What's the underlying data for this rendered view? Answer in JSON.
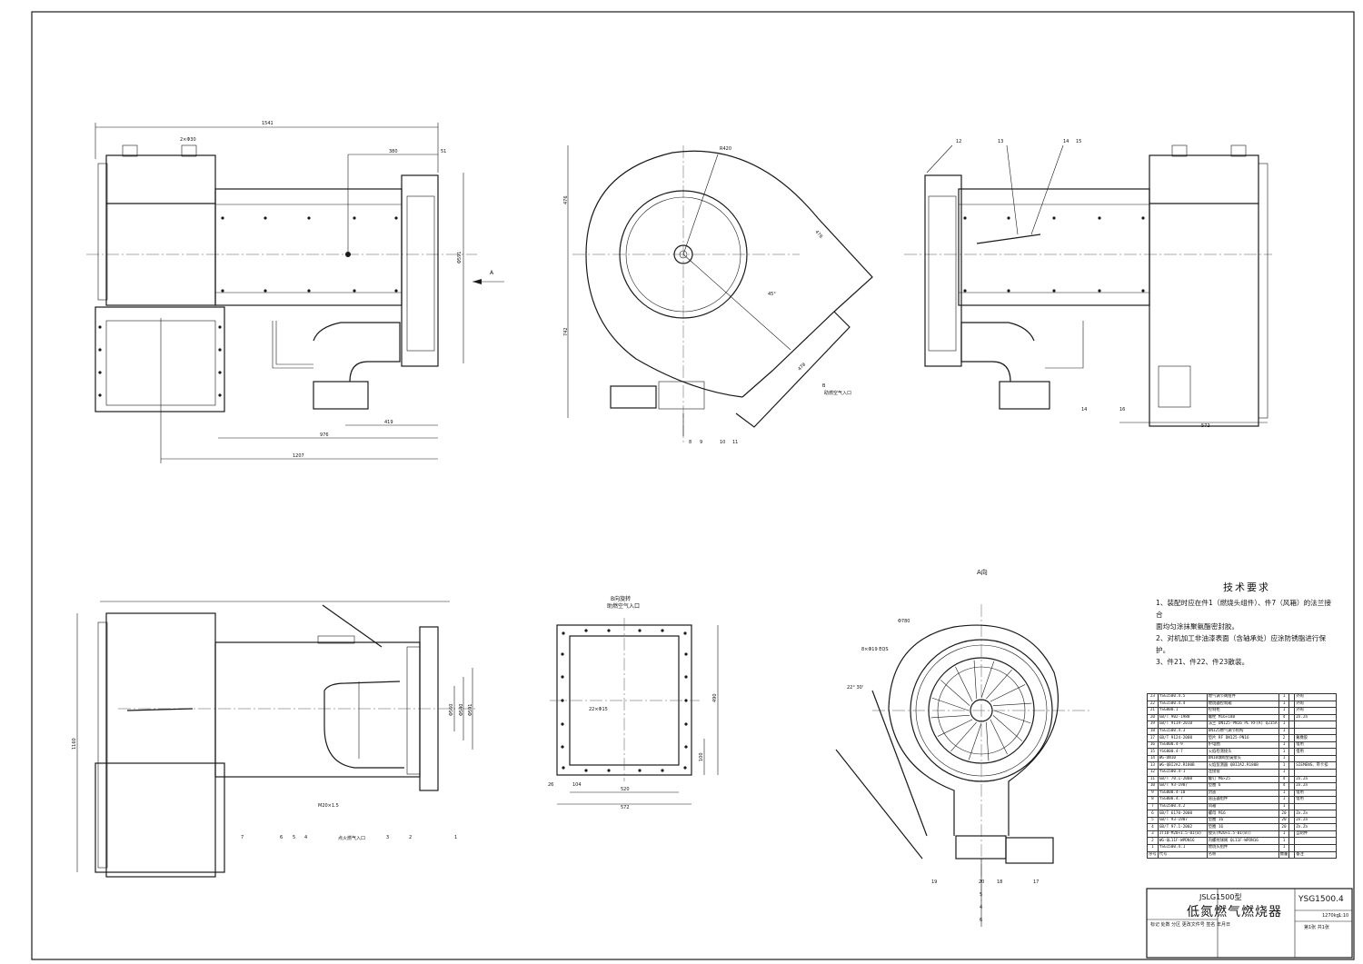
{
  "drawing": {
    "labels": {
      "view_a": "A向",
      "view_b_line1": "B向旋转",
      "view_b_line2": "助燃空气入口",
      "combustion_air_inlet": "助燃空气入口",
      "gas_inlet": "点火燃气入口",
      "arrow_a": "A",
      "arrow_b": "B",
      "thread": "M20×1.5"
    },
    "dims": {
      "top_width": "1541",
      "bolt_holes": "2×Φ30",
      "d380": "380",
      "d51": "51",
      "d419": "419",
      "d976": "976",
      "d1207": "1207",
      "d591": "Φ591",
      "r420": "R420",
      "d476": "476",
      "d742": "742",
      "d478": "478",
      "d478b": "478",
      "d45": "45°",
      "d572": "572",
      "d1160": "1160",
      "d520": "520",
      "d572b": "572",
      "d26": "26",
      "d104": "104",
      "d100": "100",
      "d490": "490",
      "d22": "22×Φ15",
      "d780": "Φ780",
      "d8": "8×Φ19 EQS",
      "d225": "22° 30'",
      "d560": "Φ560",
      "d540": "Φ540",
      "d591b": "Φ591"
    },
    "part_numbers": [
      "1",
      "2",
      "3",
      "4",
      "5",
      "6",
      "7",
      "8",
      "9",
      "10",
      "11",
      "12",
      "13",
      "14",
      "15",
      "16",
      "17",
      "18",
      "19",
      "20"
    ]
  },
  "tech_notes": {
    "title": "技术要求",
    "lines": [
      "1、装配时应在件1（燃烧头组件）、件7（风箱）的法兰接合",
      "面均匀涂抹聚氨酯密封胶。",
      "2、对机加工非油漆表面（含轴承处）应涂防锈脂进行保护。",
      "3、件21、件22、件23散装。"
    ]
  },
  "bom": {
    "rows": [
      [
        "23",
        "YSG1500.4.5",
        "燃气调节阀组件",
        "1",
        "",
        "外购"
      ],
      [
        "22",
        "YSG1500.4.4",
        "燃烧器控制箱",
        "1",
        "",
        "外购"
      ],
      [
        "21",
        "YSG800.1",
        "控制柜",
        "1",
        "",
        "外购"
      ],
      [
        "20",
        "GB/T 902-1988",
        "螺栓 M16×180",
        "4",
        "",
        "Zn.Zn"
      ],
      [
        "19",
        "GB/T 9119-2010",
        "法兰 DN125-PN16 PL RF(A) Q235A",
        "1",
        "",
        ""
      ],
      [
        "18",
        "YSG1500.4.3",
        "DN125燃气调节机构",
        "1",
        "",
        ""
      ],
      [
        "17",
        "GB/T 9124-2008",
        "垫片 RF DN125-PN16",
        "2",
        "",
        "氟橡胶"
      ],
      [
        "16",
        "YSG800.4-9",
        "护电圈",
        "1",
        "",
        "借用"
      ],
      [
        "15",
        "YSG800.4-7",
        "火焰检测接头",
        "1",
        "",
        "借用"
      ],
      [
        "14",
        "WG-DN10",
        "DN10球阀金属接头",
        "1",
        "",
        ""
      ],
      [
        "13",
        "WG-QBI2A2.R180B",
        "火焰监测器 QBI2A2.R180B",
        "1",
        "",
        "SIEMENS、带卡扣"
      ],
      [
        "12",
        "YSG1500.4-1",
        "连接管",
        "1",
        "",
        ""
      ],
      [
        "11",
        "GB/T 70.1-2008",
        "螺钉 M6×25",
        "4",
        "",
        "Zn.Zn"
      ],
      [
        "10",
        "GB/T 93-1987",
        "垫圈 6",
        "4",
        "",
        "Zn.Zn"
      ],
      [
        "9",
        "YSG800.4-10",
        "封盖",
        "1",
        "",
        "借用"
      ],
      [
        "8",
        "YSG800.4.7",
        "直压器组件",
        "1",
        "",
        "借用"
      ],
      [
        "7",
        "YSG1500.4.2",
        "风箱",
        "1",
        "",
        ""
      ],
      [
        "6",
        "GB/T 6170-2000",
        "螺母 M16",
        "20",
        "",
        "Zn.Zn"
      ],
      [
        "5",
        "GB/T 93-1987",
        "垫圈 16",
        "20",
        "",
        "Zn.Zn"
      ],
      [
        "4",
        "GB/T 97.1-2002",
        "垫圈 16",
        "20",
        "",
        "Zn.Zn"
      ],
      [
        "3",
        "JT10-M20×1.5-BI(B)",
        "接头(M20×1.5-BI(B))",
        "1",
        "",
        "自制件"
      ],
      [
        "2",
        "WG-QL11F-WPDN16",
        "内螺纹球阀 QL11F-WPDN16",
        "1",
        "",
        ""
      ],
      [
        "1",
        "YSG1500.4.1",
        "燃烧头组件",
        "1",
        "",
        ""
      ],
      [
        "序号",
        "代号",
        "名称",
        "数量",
        "",
        "备注"
      ]
    ]
  },
  "title_block": {
    "model": "JSLG1500型",
    "title": "低氮燃气燃烧器",
    "code": "YSG1500.4",
    "weight": "1270kg",
    "scale": "1:10",
    "sheets": "第1张 共1张",
    "std": "标记 处数 分区 更改文件号 签名 年月日"
  }
}
